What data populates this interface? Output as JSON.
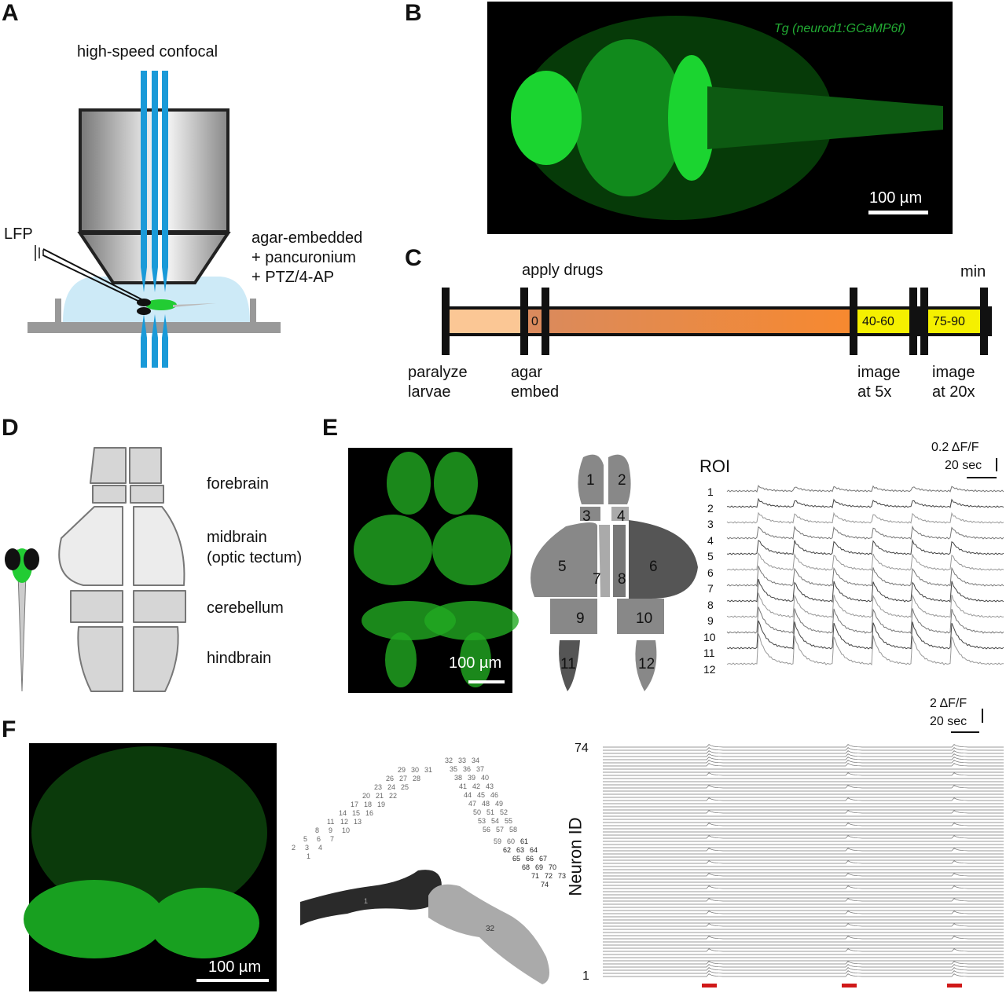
{
  "panels": {
    "A": {
      "letter": "A",
      "title": "high-speed confocal",
      "lfp": "LFP",
      "conditions": [
        "agar-embedded",
        "+ pancuronium",
        "+ PTZ/4-AP"
      ]
    },
    "B": {
      "letter": "B",
      "transgene": "Tg (neurod1:GCaMP6f)",
      "scale": "100 µm"
    },
    "C": {
      "letter": "C",
      "apply": "apply drugs",
      "unit": "min",
      "zero": "0",
      "win1": "40-60",
      "win2": "75-90",
      "steps": [
        [
          "paralyze",
          "larvae"
        ],
        [
          "agar",
          "embed"
        ],
        [
          "image",
          "at 5x"
        ],
        [
          "image",
          "at 20x"
        ]
      ]
    },
    "D": {
      "letter": "D",
      "regions": [
        "forebrain",
        "midbrain",
        "(optic tectum)",
        "cerebellum",
        "hindbrain"
      ]
    },
    "E": {
      "letter": "E",
      "scale": "100 µm",
      "roi_title": "ROI",
      "rois": [
        "1",
        "2",
        "3",
        "4",
        "5",
        "6",
        "7",
        "8",
        "9",
        "10",
        "11",
        "12"
      ],
      "scale_y": "0.2 ΔF/F",
      "scale_x": "20 sec"
    },
    "F": {
      "letter": "F",
      "scale": "100 µm",
      "ylabel": "Neuron ID",
      "ytop": "74",
      "ybottom": "1",
      "scale_y": "2 ΔF/F",
      "scale_x": "20 sec",
      "region_labels": [
        "1",
        "32"
      ],
      "neuron_count": 74
    }
  },
  "colors": {
    "green": "#22dd33",
    "beam": "#1a9ad8",
    "agar": "#cdeaf7",
    "yellow": "#f5f000",
    "red": "#d01818"
  }
}
